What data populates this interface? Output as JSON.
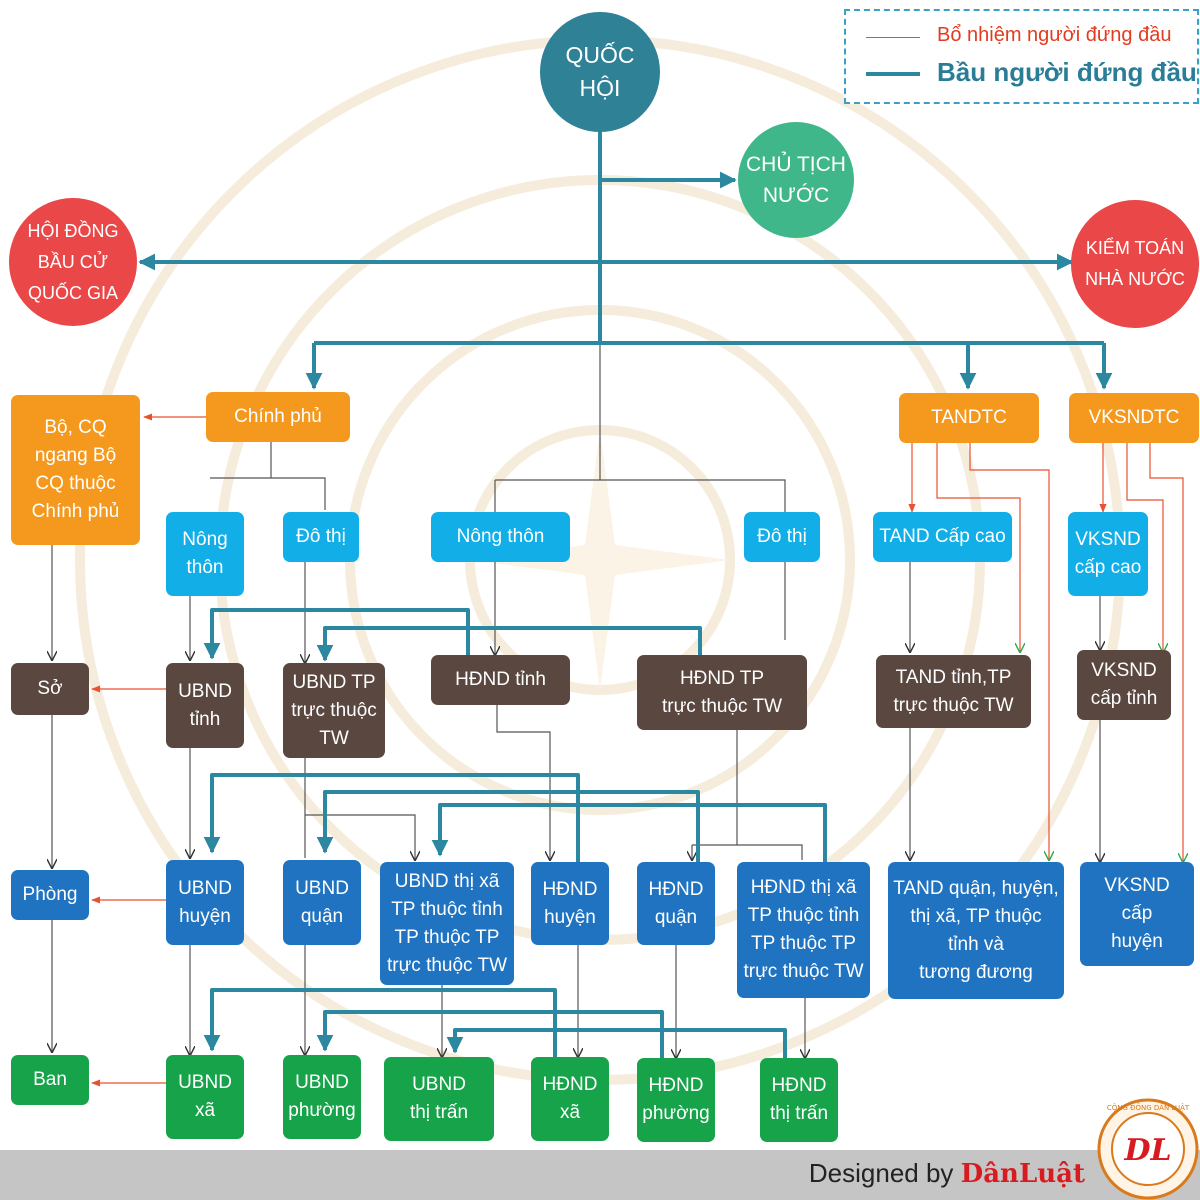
{
  "legend": {
    "appoint_label": "Bổ nhiệm người đứng đầu",
    "elect_label": "Bầu người đứng đầu",
    "appoint_color": "#e8522e",
    "elect_color": "#2b88a0"
  },
  "nodes": {
    "quoc_hoi": "QUỐC\nHỘI",
    "chu_tich_nuoc": "CHỦ TỊCH\nNƯỚC",
    "hoi_dong_bau_cu": "HỘI ĐỒNG\nBẦU CỬ\nQUỐC GIA",
    "kiem_toan": "KIỂM TOÁN\nNHÀ NƯỚC",
    "chinh_phu": "Chính phủ",
    "bo_cq": "Bộ, CQ\nngang Bộ\nCQ thuộc\nChính phủ",
    "tandtc": "TANDTC",
    "vksndtc": "VKSNDTC",
    "nong_thon_cp": "Nông\nthôn",
    "do_thi_cp": "Đô thị",
    "nong_thon_qh": "Nông thôn",
    "do_thi_qh": "Đô thị",
    "tand_cap_cao": "TAND Cấp cao",
    "vksnd_cap_cao": "VKSND\ncấp cao",
    "so": "Sở",
    "ubnd_tinh": "UBND\ntỉnh",
    "ubnd_tp_tw": "UBND TP\ntrực thuộc\nTW",
    "hdnd_tinh": "HĐND tỉnh",
    "hdnd_tp_tw": "HĐND TP\ntrực thuộc TW",
    "tand_tinh": "TAND tỉnh,TP\ntrực thuộc TW",
    "vksnd_tinh": "VKSND\ncấp tỉnh",
    "phong": "Phòng",
    "ubnd_huyen": "UBND\nhuyện",
    "ubnd_quan": "UBND\nquận",
    "ubnd_thi_xa": "UBND thị xã\nTP thuộc tỉnh\nTP thuộc TP\ntrực thuộc TW",
    "hdnd_huyen": "HĐND\nhuyện",
    "hdnd_quan": "HĐND\nquận",
    "hdnd_thi_xa": "HĐND thị xã\nTP thuộc tỉnh\nTP thuộc TP\ntrực thuộc TW",
    "tand_quan": "TAND quận, huyện,\nthị xã, TP thuộc\ntỉnh và\ntương đương",
    "vksnd_huyen": "VKSND\ncấp\nhuyện",
    "ban": "Ban",
    "ubnd_xa": "UBND\nxã",
    "ubnd_phuong": "UBND\nphường",
    "ubnd_thi_tran": "UBND\nthị trấn",
    "hdnd_xa": "HĐND\nxã",
    "hdnd_phuong": "HĐND\nphường",
    "hdnd_thi_tran": "HĐND\nthị trấn"
  },
  "footer": {
    "prefix": "Designed by ",
    "brand": "DânLuật"
  },
  "logo": {
    "ring_text": "CỘNG ĐỒNG DÂN LUẬT",
    "monogram": "DL"
  }
}
